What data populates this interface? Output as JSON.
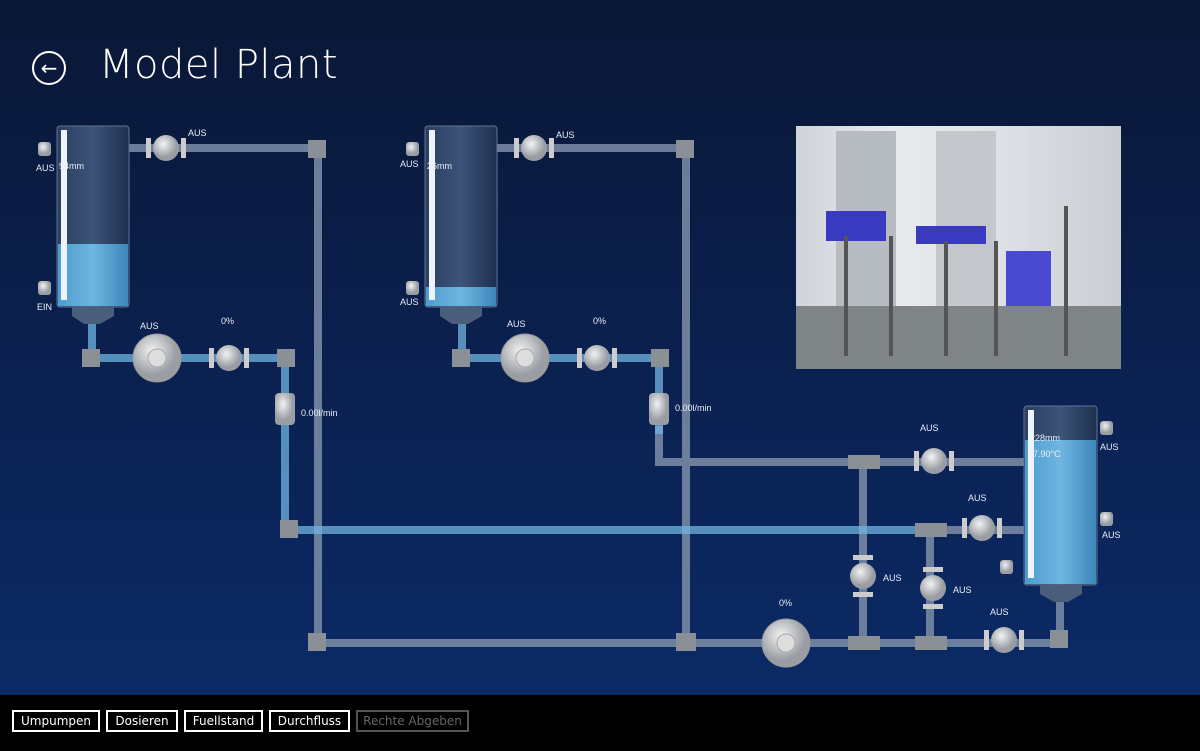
{
  "header": {
    "title": "Model Plant",
    "back_icon": "back-arrow-icon"
  },
  "tank1": {
    "level": "94mm",
    "sensor_top": "AUS",
    "sensor_bottom": "EIN",
    "fill_fraction": 0.35
  },
  "tank2": {
    "level": "26mm",
    "sensor_top": "AUS",
    "sensor_bottom": "AUS",
    "fill_fraction": 0.1
  },
  "tank3": {
    "level": "228mm",
    "temperature": "17.90°C",
    "sensor_top": "AUS",
    "sensor_mid": "AUS",
    "fill_fraction": 0.82
  },
  "valves": {
    "v_tank1_top": "AUS",
    "v_tank2_top": "AUS",
    "pump1": "AUS",
    "prop1": "0%",
    "pump2": "AUS",
    "prop2": "0%",
    "v_tank3_in": "AUS",
    "v_tank3_mid": "AUS",
    "v_vert1": "AUS",
    "v_vert2": "AUS",
    "v_tank3_out": "AUS",
    "pump3": "0%"
  },
  "flow": {
    "flow1": "0.00l/min",
    "flow2": "0.00l/min"
  },
  "colors": {
    "background": "#0b2150",
    "water": "#5aa8d8",
    "pipe": "#7d8ea8"
  },
  "toolbar": {
    "buttons": [
      "Umpumpen",
      "Dosieren",
      "Fuellstand",
      "Durchfluss",
      "Rechte Abgeben"
    ]
  }
}
